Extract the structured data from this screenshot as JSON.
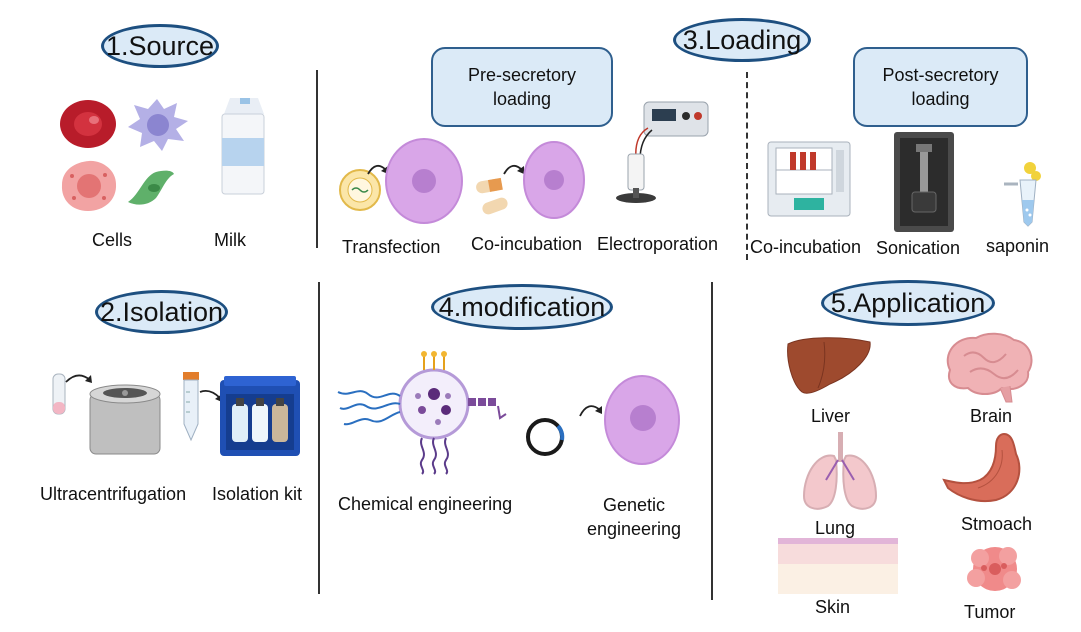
{
  "sections": {
    "source": {
      "title": "1.Source",
      "cells_label": "Cells",
      "milk_label": "Milk"
    },
    "isolation": {
      "title": "2.Isolation",
      "ultracentrifugation_label": "Ultracentrifugation",
      "kit_label": "Isolation kit"
    },
    "loading": {
      "title": "3.Loading",
      "pre_box": "Pre-secretory loading",
      "post_box": "Post-secretory loading",
      "pre_methods": [
        "Transfection",
        "Co-incubation",
        "Electroporation"
      ],
      "post_methods": [
        "Co-incubation",
        "Sonication",
        "saponin"
      ]
    },
    "modification": {
      "title": "4.modification",
      "chemical_label": "Chemical engineering",
      "genetic_label": "Genetic engineering"
    },
    "application": {
      "title": "5.Application",
      "organs": [
        "Liver",
        "Brain",
        "Lung",
        "Stmoach",
        "Skin",
        "Tumor"
      ]
    }
  },
  "colors": {
    "oval_border": "#1d4f80",
    "oval_fill": "#dbeaf7",
    "cell_purple": "#d9a6e8"
  }
}
